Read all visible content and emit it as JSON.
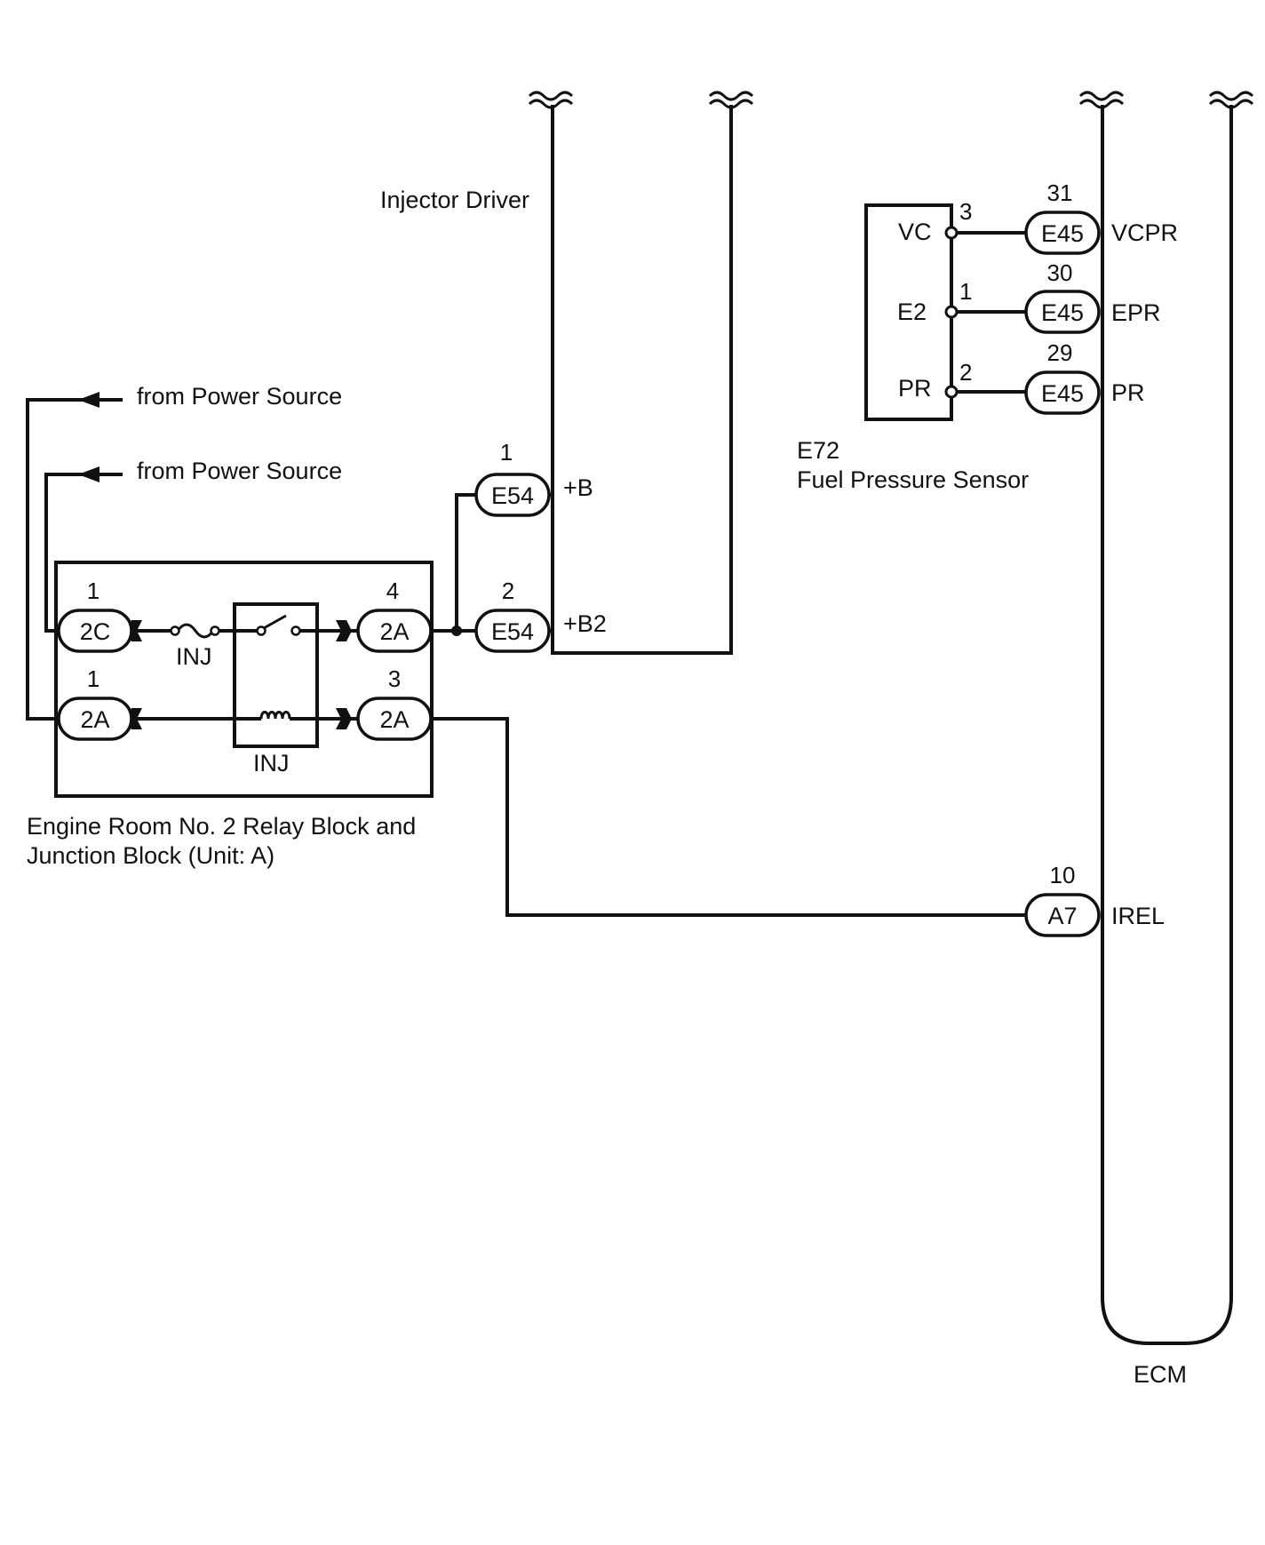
{
  "labels": {
    "injector_driver": "Injector Driver",
    "from_power_1": "from Power Source",
    "from_power_2": "from Power Source",
    "relay_block_line1": "Engine Room No. 2 Relay Block and",
    "relay_block_line2": "Junction Block (Unit: A)",
    "fuse_name": "INJ",
    "relay_name": "INJ",
    "sensor_code": "E72",
    "sensor_name": "Fuel Pressure Sensor",
    "ecm": "ECM"
  },
  "sensor_terminals": {
    "vc": "VC",
    "e2": "E2",
    "pr": "PR",
    "vc_pin": "3",
    "e2_pin": "1",
    "pr_pin": "2"
  },
  "relay_connectors": {
    "c2c": {
      "code": "2C",
      "pin": "1"
    },
    "c2a_left": {
      "code": "2A",
      "pin": "1"
    },
    "c2a_top_right": {
      "code": "2A",
      "pin": "4"
    },
    "c2a_bottom_right": {
      "code": "2A",
      "pin": "3"
    }
  },
  "driver_connectors": {
    "b": {
      "code": "E54",
      "pin": "1",
      "signal": "+B"
    },
    "b2": {
      "code": "E54",
      "pin": "2",
      "signal": "+B2"
    }
  },
  "ecm_connectors": {
    "vcpr": {
      "code": "E45",
      "pin": "31",
      "signal": "VCPR"
    },
    "epr": {
      "code": "E45",
      "pin": "30",
      "signal": "EPR"
    },
    "pr": {
      "code": "E45",
      "pin": "29",
      "signal": "PR"
    },
    "irel": {
      "code": "A7",
      "pin": "10",
      "signal": "IREL"
    }
  }
}
